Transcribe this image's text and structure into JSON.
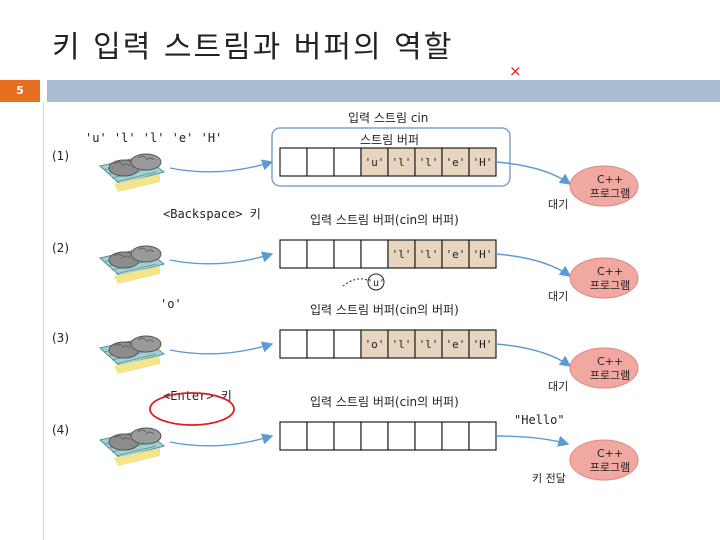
{
  "slide": {
    "title": "키 입력 스트림과 버퍼의 역할",
    "page_number": "5",
    "close_symbol": "×"
  },
  "diagram": {
    "stream_label": "입력 스트림 cin",
    "buffer_label": "스트림 버퍼",
    "buffer_label_long": "입력 스트림 버퍼(cin의 버퍼)",
    "program_label": "C++\n프로그램",
    "steps": [
      {
        "index": "(1)",
        "key_text": "'u' 'l' 'l' 'e' 'H'",
        "cells": [
          "",
          "",
          "",
          "'u'",
          "'l'",
          "'l'",
          "'e'",
          "'H'"
        ],
        "status": "대기"
      },
      {
        "index": "(2)",
        "key_text": "<Backspace> 키",
        "cells": [
          "",
          "",
          "",
          "",
          "'l'",
          "'l'",
          "'e'",
          "'H'"
        ],
        "removed": "'u'",
        "status": "대기"
      },
      {
        "index": "(3)",
        "key_text": "'o'",
        "cells": [
          "",
          "",
          "",
          "'o'",
          "'l'",
          "'l'",
          "'e'",
          "'H'"
        ],
        "status": "대기"
      },
      {
        "index": "(4)",
        "key_text": "<Enter> 키",
        "cells": [
          "",
          "",
          "",
          "",
          "",
          "",
          "",
          ""
        ],
        "output": "\"Hello\"",
        "status": "키 전달"
      }
    ],
    "colors": {
      "filled_cell": "#e7d5bf",
      "program_fill": "#f0a8a0",
      "arrow": "#5b9bd5",
      "highlight": "#d82020",
      "frame": "#7ea3cc",
      "accent_bar": "#e66f1f",
      "title_bar": "#a9bdd2"
    }
  }
}
